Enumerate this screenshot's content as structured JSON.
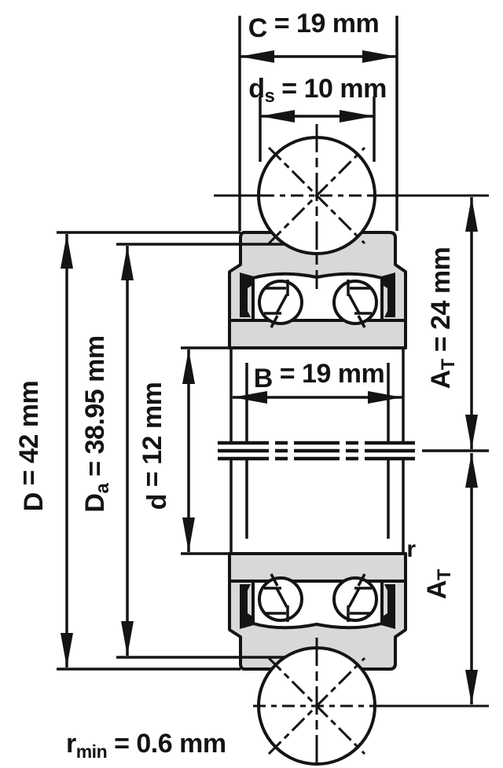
{
  "figure": {
    "kind": "bearing-cross-section-technical-drawing",
    "units": "mm"
  },
  "colors": {
    "line": "#141414",
    "ring_fill": "#d8d8d8",
    "background": "#ffffff"
  },
  "dimensions": {
    "C": {
      "sym": "C",
      "sub": "",
      "rest": " = 19 mm"
    },
    "ds": {
      "sym": "d",
      "sub": "s",
      "rest": " = 10 mm"
    },
    "D": {
      "sym": "D",
      "sub": "",
      "rest": " = 42 mm"
    },
    "Da": {
      "sym": "D",
      "sub": "a",
      "rest": " = 38.95 mm"
    },
    "d": {
      "sym": "d",
      "sub": "",
      "rest": " = 12 mm"
    },
    "B": {
      "sym": "B",
      "sub": "",
      "rest": " = 19 mm"
    },
    "AT": {
      "sym": "A",
      "sub": "T",
      "rest": " = 24 mm"
    },
    "AT2": {
      "sym": "A",
      "sub": "T",
      "rest": ""
    },
    "r": {
      "sym": "r",
      "sub": "",
      "rest": ""
    },
    "rmin": {
      "sym": "r",
      "sub": "min",
      "rest": " = 0.6 mm"
    }
  }
}
